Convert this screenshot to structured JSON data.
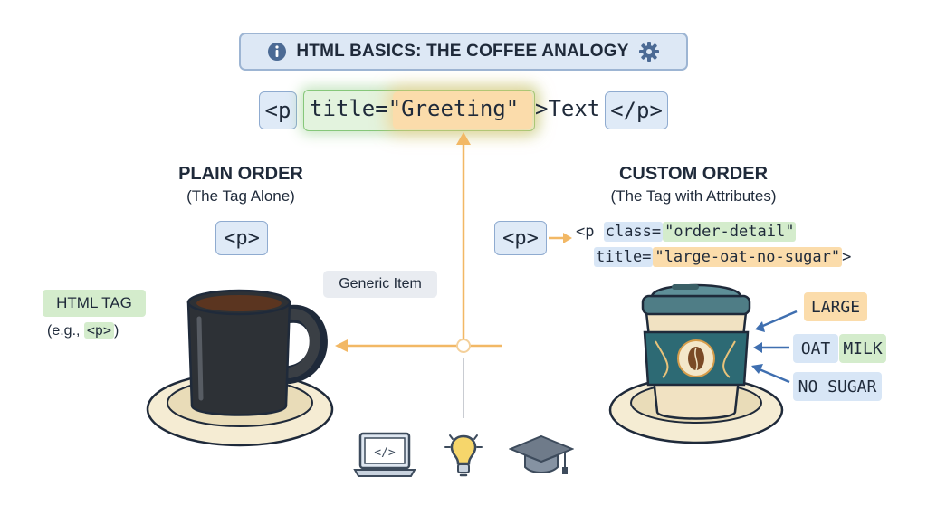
{
  "title": {
    "text": "HTML BASICS: THE COFFEE ANALOGY"
  },
  "code_example": {
    "open_tag": "<p",
    "attr_name": "title=",
    "attr_value": "\"Greeting\"",
    "after": ">Text",
    "close_tag": "</p>"
  },
  "plain_order": {
    "heading": "PLAIN ORDER",
    "subheading": "(The Tag Alone)",
    "tag": "<p>",
    "generic_label": "Generic Item",
    "badge": "HTML TAG",
    "example_prefix": "(e.g., ",
    "example_code": "<p>",
    "example_suffix": ")"
  },
  "custom_order": {
    "heading": "CUSTOM ORDER",
    "subheading": "(The Tag with Attributes)",
    "tag": "<p>",
    "line1_open": "<p ",
    "line1_attr": "class=",
    "line1_value": "\"order-detail\"",
    "line2_attr": "title=",
    "line2_value": "\"large-oat-no-sugar\"",
    "line2_close": ">",
    "labels": {
      "large": "LARGE",
      "oat": "OAT",
      "milk": "MILK",
      "no_sugar": "NO SUGAR"
    }
  },
  "colors": {
    "tag_blue": "#dfeaf7",
    "attr_green": "#e3f3de",
    "value_orange": "#fbdcab",
    "arrow_orange": "#f2b865",
    "arrow_blue": "#3f6fb0"
  },
  "icons": [
    "info-icon",
    "gear-icon",
    "laptop-code-icon",
    "lightbulb-icon",
    "graduation-cap-icon",
    "coffee-mug-icon",
    "coffee-cup-icon"
  ]
}
